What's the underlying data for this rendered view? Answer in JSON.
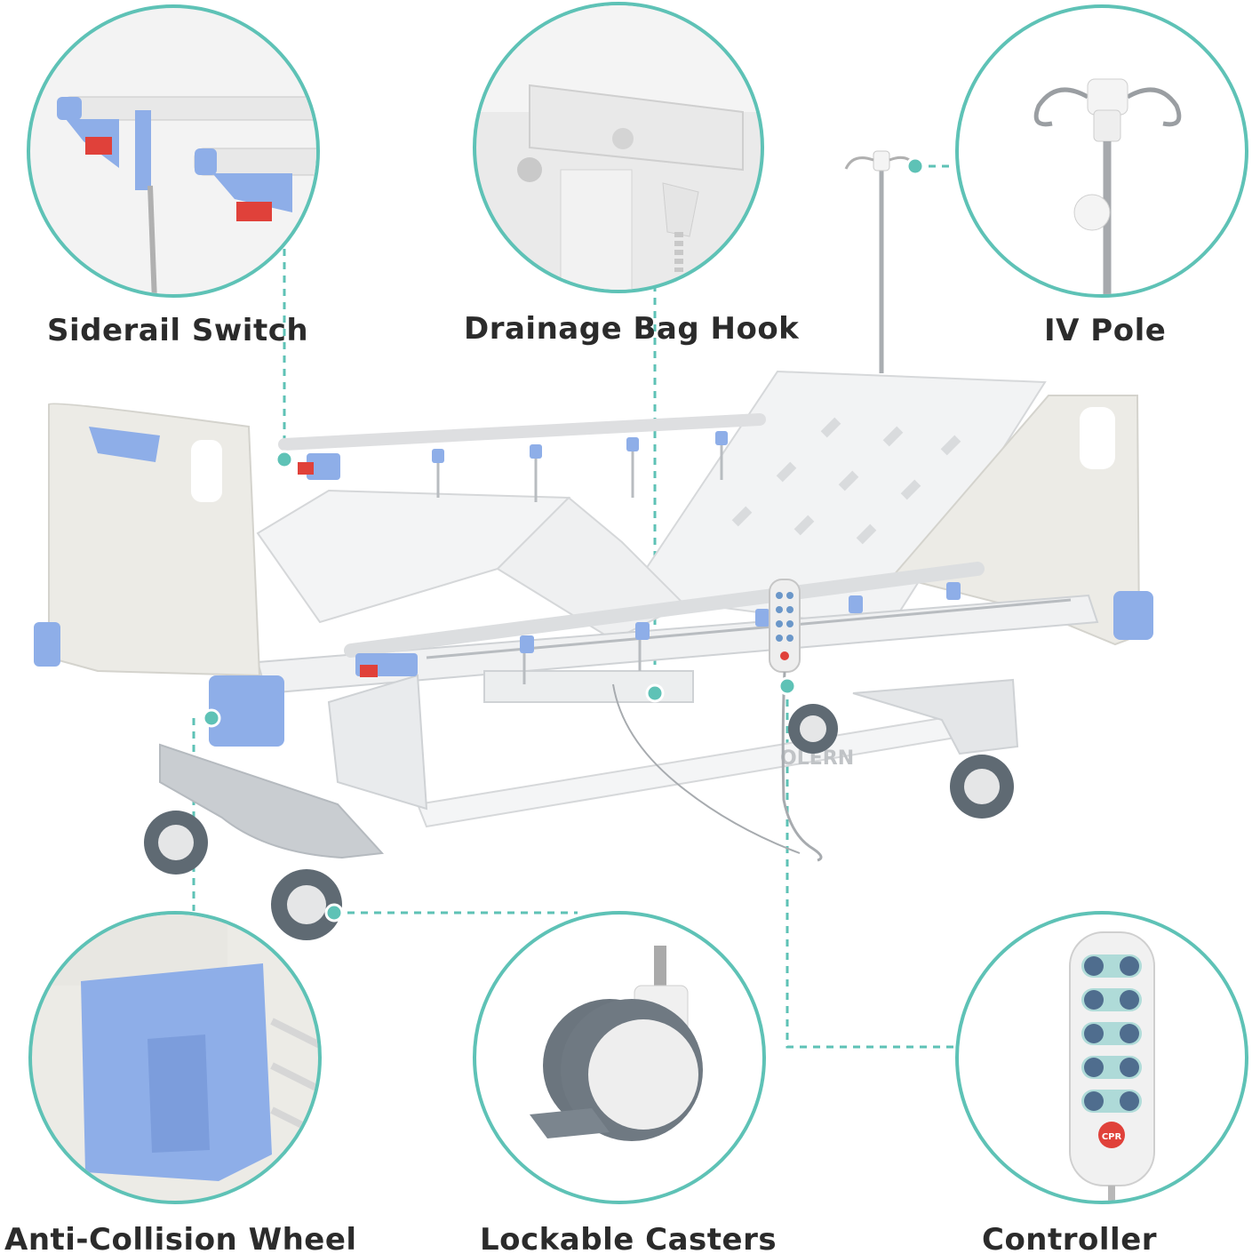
{
  "features": [
    {
      "id": "siderail",
      "label": "Siderail Switch",
      "icon": "siderail-switch-closeup"
    },
    {
      "id": "drainage",
      "label": "Drainage Bag Hook",
      "icon": "drainage-hook-closeup"
    },
    {
      "id": "ivpole",
      "label": "IV Pole",
      "icon": "iv-pole-closeup"
    },
    {
      "id": "anticollision",
      "label": "Anti-Collision Wheel",
      "icon": "bumper-closeup"
    },
    {
      "id": "casters",
      "label": "Lockable Casters",
      "icon": "caster-closeup"
    },
    {
      "id": "controller",
      "label": "Controller",
      "icon": "hand-controller-closeup"
    }
  ],
  "product": {
    "brand_mark": "OLERN",
    "cpr_label": "CPR"
  },
  "colors": {
    "accent_teal": "#5ec2b6",
    "part_blue": "#8eaee8",
    "latch_red": "#e0413a",
    "frame_grey": "#c9cdd1"
  }
}
